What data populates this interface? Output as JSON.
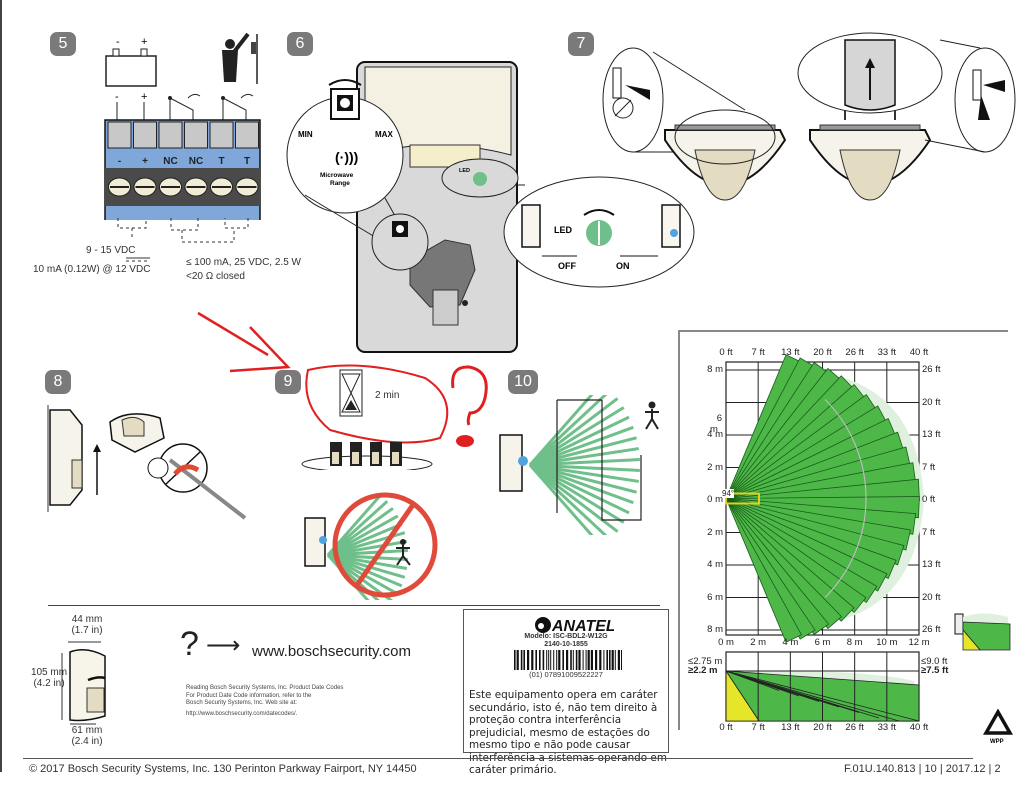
{
  "steps": {
    "s5": {
      "badge": "5",
      "battery_minus": "-",
      "battery_plus": "+",
      "terminals": [
        "-",
        "+",
        "NC",
        "NC",
        "T",
        "T"
      ],
      "wire_minus": "-",
      "wire_plus": "+",
      "power_spec": "9 - 15  VDC",
      "power_current": "10 mA (0.12W) @ 12 VDC",
      "relay_spec": "≤ 100 mA, 25  VDC, 2.5 W",
      "relay_closed": "<20 Ω closed"
    },
    "s6": {
      "badge": "6",
      "min_label": "MIN",
      "max_label": "MAX",
      "microwave_label_1": "Microwave",
      "microwave_label_2": "Range",
      "led_label": "LED",
      "off_label": "OFF",
      "on_label": "ON"
    },
    "s7": {
      "badge": "7"
    },
    "s8": {
      "badge": "8"
    },
    "s9": {
      "badge": "9",
      "timer": "2 min"
    },
    "s10": {
      "badge": "10"
    }
  },
  "dimensions": {
    "width_top": "44 mm",
    "width_top_in": "(1.7 in)",
    "height": "105 mm",
    "height_in": "(4.2 in)",
    "depth": "61 mm",
    "depth_in": "(2.4 in)"
  },
  "help": {
    "question": "?",
    "arrow": "⟶",
    "url": "www.boschsecurity.com",
    "date_codes": [
      "Reading Bosch Security Systems, Inc. Product Date Codes",
      "For Product Date Code information, refer to the",
      "Bosch Security Systems, Inc. Web site at:",
      "http://www.boschsecurity.com/datecodes/."
    ]
  },
  "anatel": {
    "brand": "ANATEL",
    "model": "Modelo: ISC-BDL2-W12G",
    "code": "2140-10-1855",
    "barcode_number": "(01) 07891009522227",
    "notice": "Este equipamento opera em caráter secundário, isto é, não tem direito à proteção contra interferência prejudicial, mesmo de estações do mesmo tipo e não pode causar interferência a sistemas operando em caráter primário."
  },
  "coverage": {
    "top_ft_ticks": [
      "0 ft",
      "7 ft",
      "13 ft",
      "20 ft",
      "26 ft",
      "33 ft",
      "40 ft"
    ],
    "left_m_ticks": [
      "8 m",
      "6\nm",
      "4 m",
      "2 m",
      "0 m",
      "2 m",
      "4 m",
      "6 m",
      "8 m"
    ],
    "right_ft_ticks": [
      "26 ft",
      "20 ft",
      "13 ft",
      "7 ft",
      "0 ft",
      "7 ft",
      "13 ft",
      "20 ft",
      "26 ft"
    ],
    "bottom_m_ticks": [
      "0 m",
      "2 m",
      "4 m",
      "6 m",
      "8 m",
      "10 m",
      "12 m"
    ],
    "angle_label": "94°",
    "side_left_top": "≤2.75 m",
    "side_left_bottom": "≥2.2 m",
    "side_right_top": "≤9.0 ft",
    "side_right_bottom": "≥7.5 ft",
    "side_bottom_ticks": [
      "0 ft",
      "7 ft",
      "13 ft",
      "20 ft",
      "26 ft",
      "33 ft",
      "40 ft"
    ],
    "colors": {
      "zone": "#4db848",
      "zone_dark": "#1a5c1a",
      "creep": "#e5e52a",
      "halo": "#dff0df"
    }
  },
  "recycle": {
    "label": "WPP"
  },
  "footer": {
    "left": "© 2017 Bosch Security Systems, Inc. 130 Perinton Parkway Fairport, NY 14450",
    "right": "F.01U.140.813 | 10 | 2017.12 | 2"
  }
}
